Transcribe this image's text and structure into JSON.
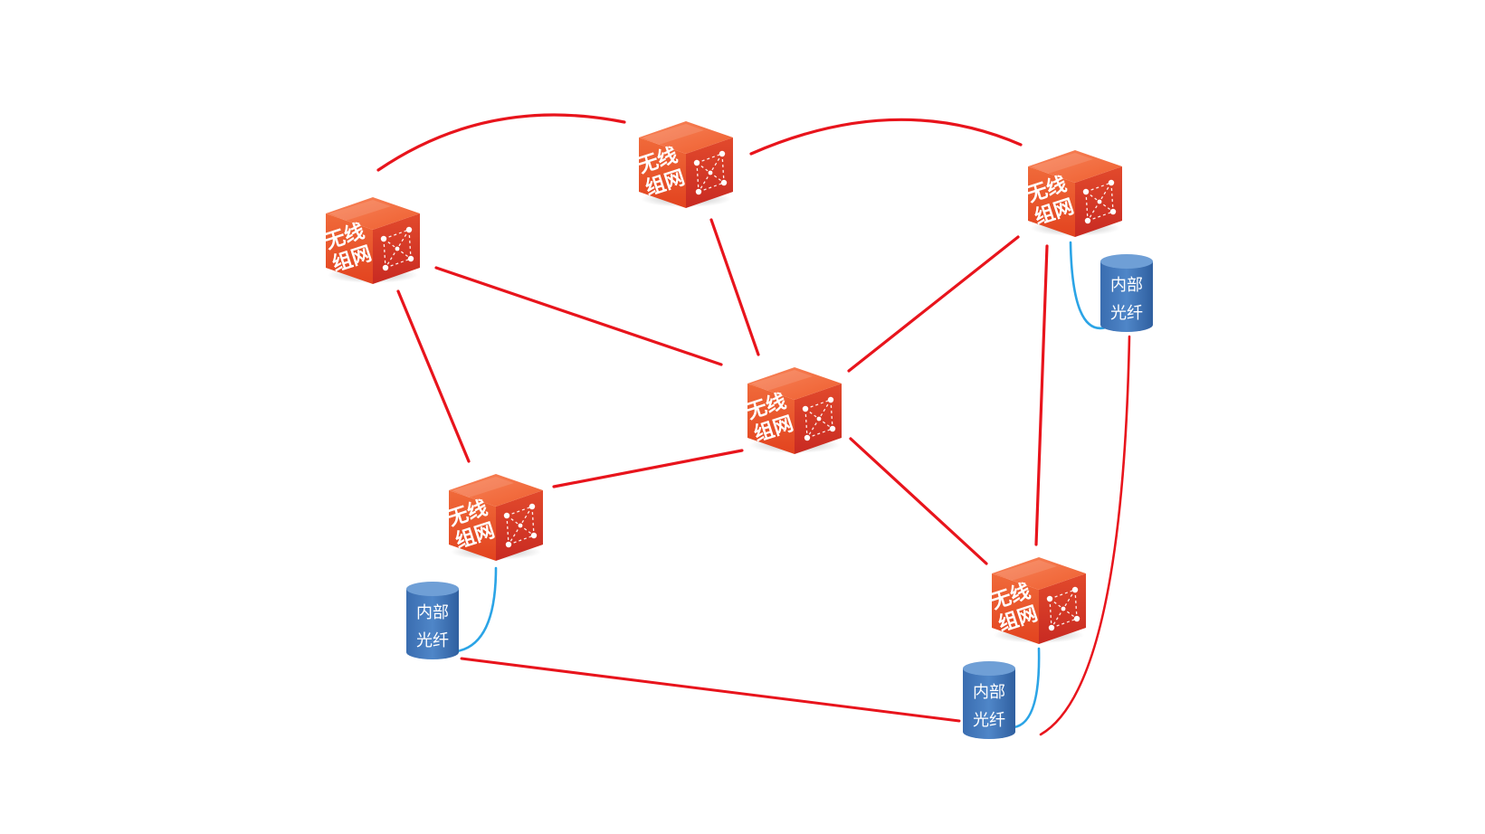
{
  "diagram": {
    "node_label_line1": "无线",
    "node_label_line2": "组网",
    "storage_label_line1": "内部",
    "storage_label_line2": "光纤",
    "colors": {
      "background": "#ffffff",
      "wireless_link": "#e8141c",
      "fiber_link": "#2ba4e6",
      "cube_top": "#f06a3a",
      "cube_left": "#e8532a",
      "cube_right": "#d8372a",
      "storage_body": "#3f75b9",
      "storage_top": "#6f9fd6"
    },
    "nodes": [
      {
        "id": "n1"
      },
      {
        "id": "n2"
      },
      {
        "id": "n3"
      },
      {
        "id": "n4"
      },
      {
        "id": "n5"
      },
      {
        "id": "n6"
      }
    ],
    "storages": [
      {
        "id": "s1"
      },
      {
        "id": "s2"
      },
      {
        "id": "s3"
      }
    ]
  }
}
